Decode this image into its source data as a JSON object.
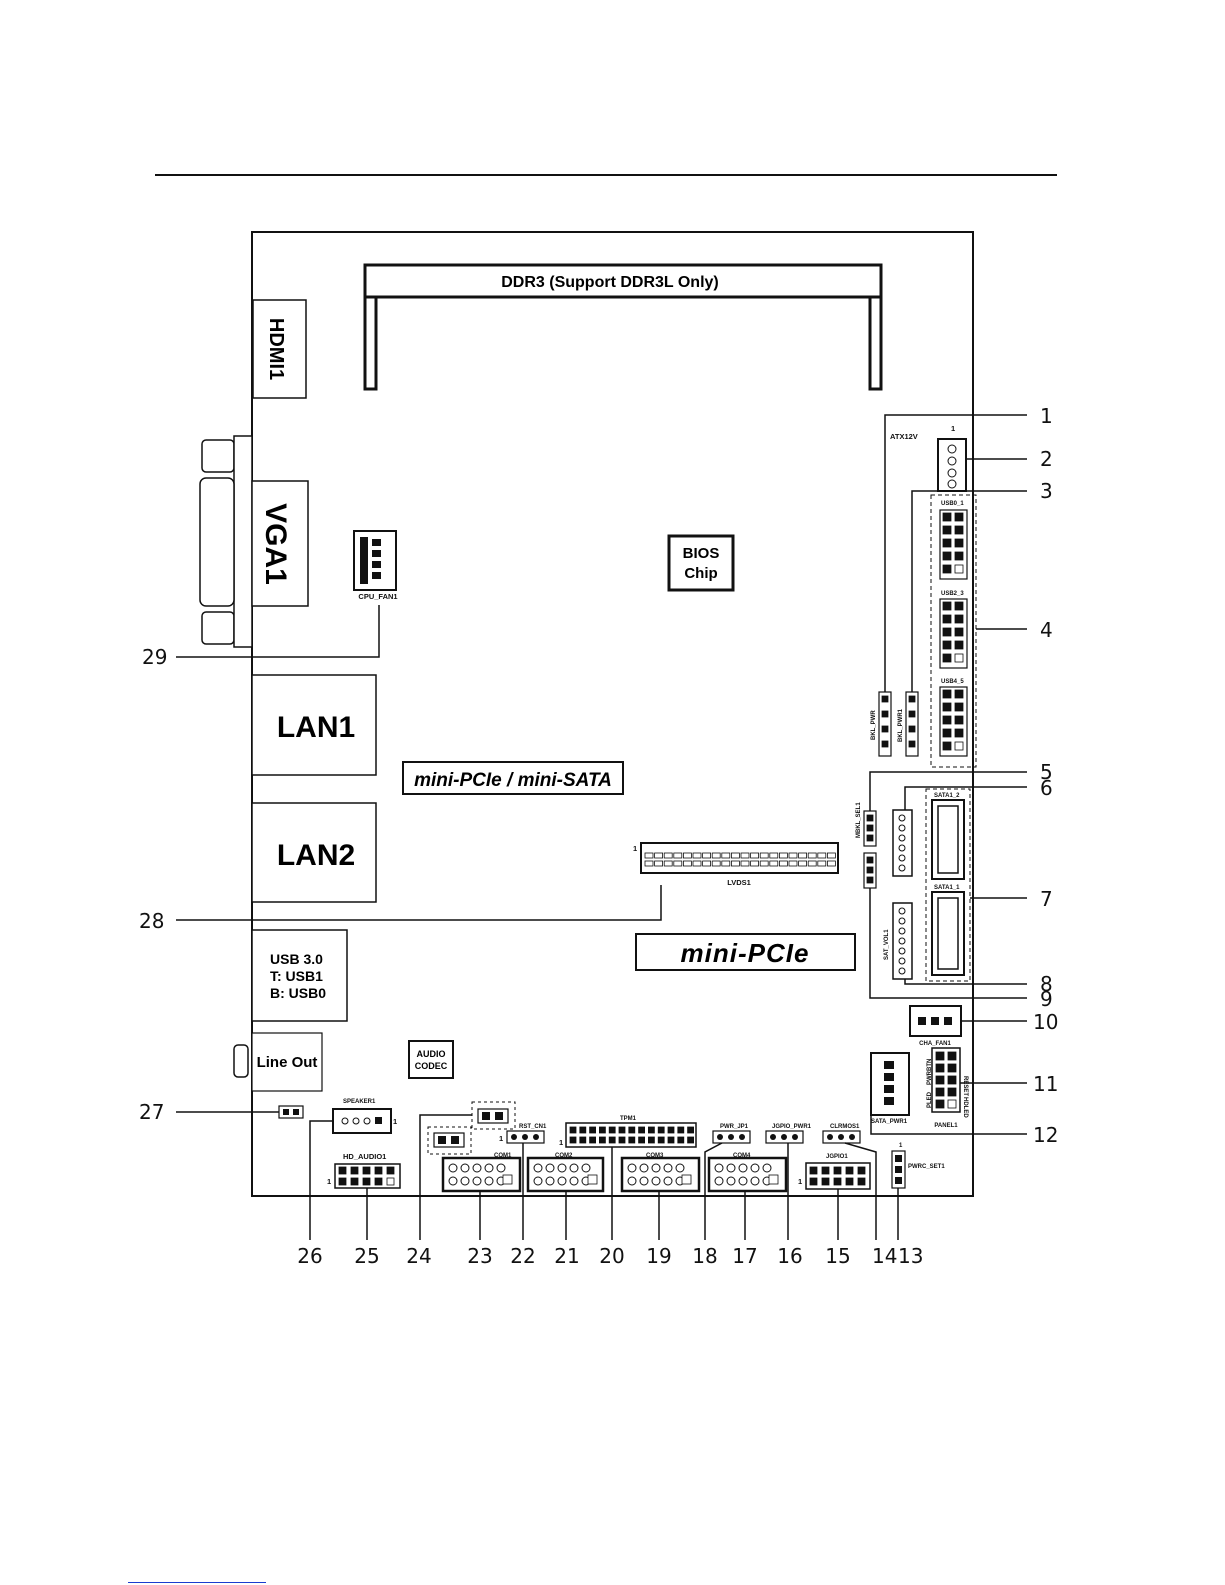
{
  "ram": {
    "label": "DDR3 (Support DDR3L Only)"
  },
  "rear": {
    "hdmi": "HDMI1",
    "vga": "VGA1",
    "lan1": "LAN1",
    "lan2": "LAN2",
    "usb_l1": "USB 3.0",
    "usb_l2": "T: USB1",
    "usb_l3": "B: USB0",
    "lineout": "Line Out"
  },
  "chips": {
    "bios_l1": "BIOS",
    "bios_l2": "Chip",
    "audio_l1": "AUDIO",
    "audio_l2": "CODEC"
  },
  "slots": {
    "minipcie_sata": "mini-PCIe / mini-SATA",
    "minipcie": "mini-PCIe"
  },
  "connectors": {
    "cpu_fan": "CPU_FAN1",
    "atx12v": "ATX12V",
    "usb01": "USB0_1",
    "usb23": "USB2_3",
    "usb45": "USB4_5",
    "lvds": "LVDS1",
    "sata12": "SATA1_2",
    "sata11": "SATA1_1",
    "cha_fan": "CHA_FAN1",
    "sata_pwr": "SATA_PWR1",
    "panel": "PANEL1",
    "panel_reset": "RESET",
    "panel_pwrbtn": "PWRBTN",
    "panel_hdled": "HDLED",
    "panel_pled": "PLED",
    "speaker": "SPEAKER1",
    "hd_audio": "HD_AUDIO1",
    "com1": "COM1",
    "com2": "COM2",
    "com3": "COM3",
    "com4": "COM4",
    "tpm": "TPM1",
    "jgpio": "JGPIO1",
    "rst_cn": "RST_CN1",
    "pwr_jp": "PWR_JP1",
    "jgpio_pwr": "JGPIO_PWR1",
    "clrmos": "CLRMOS1",
    "bkl_pwr": "BKL_PWR",
    "bkl_pwr1": "BKL_PWR1",
    "lvds_bl": "MBKL_SEL1",
    "bat": "SAT_VOL1",
    "pwrc": "PWRC_SET1",
    "pin1": "1"
  },
  "callouts": [
    "1",
    "2",
    "3",
    "4",
    "5",
    "6",
    "7",
    "8",
    "9",
    "10",
    "11",
    "12",
    "13",
    "14",
    "15",
    "16",
    "17",
    "18",
    "19",
    "20",
    "21",
    "22",
    "23",
    "24",
    "25",
    "26",
    "27",
    "28",
    "29"
  ]
}
